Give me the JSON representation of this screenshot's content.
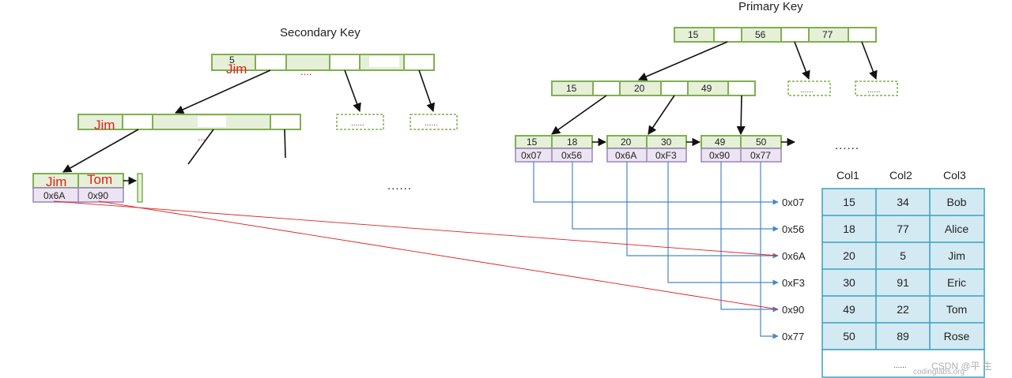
{
  "secondary": {
    "title": "Secondary Key",
    "root_num": "5",
    "root_name": "Jim",
    "root_dots": "....",
    "child_name": "Jim",
    "child_dots": "...",
    "leaf_key1": "Jim",
    "leaf_key2": "Tom",
    "leaf_ptr1": "0x6A",
    "leaf_ptr2": "0x90",
    "placeholder_dots": "......",
    "right_dots": "......"
  },
  "primary": {
    "title": "Primary Key",
    "root_keys": [
      "15",
      "56",
      "77"
    ],
    "level2_keys": [
      "15",
      "20",
      "49"
    ],
    "placeholder_dots": "......",
    "leaves": [
      {
        "k1": "15",
        "k2": "18",
        "p1": "0x07",
        "p2": "0x56"
      },
      {
        "k1": "20",
        "k2": "30",
        "p1": "0x6A",
        "p2": "0xF3"
      },
      {
        "k1": "49",
        "k2": "50",
        "p1": "0x90",
        "p2": "0x77"
      }
    ],
    "leaf_more": "......"
  },
  "addresses": [
    "0x07",
    "0x56",
    "0x6A",
    "0xF3",
    "0x90",
    "0x77"
  ],
  "table": {
    "headers": [
      "Col1",
      "Col2",
      "Col3"
    ],
    "rows": [
      [
        "15",
        "34",
        "Bob"
      ],
      [
        "18",
        "77",
        "Alice"
      ],
      [
        "20",
        "5",
        "Jim"
      ],
      [
        "30",
        "91",
        "Eric"
      ],
      [
        "49",
        "22",
        "Tom"
      ],
      [
        "50",
        "89",
        "Rose"
      ]
    ],
    "more": "......"
  },
  "watermark": "CSDN @平 生",
  "watermark2": "codinglabs.org",
  "colors": {
    "node_fill": "#e6efd8",
    "node_stroke": "#7fb04f",
    "ptr_fill": "#ece4f2",
    "ptr_stroke": "#9a86b8",
    "table_fill": "#d3eaf2",
    "table_stroke": "#3a9fc0",
    "connector": "#4a86c8",
    "red": "#e02020"
  }
}
